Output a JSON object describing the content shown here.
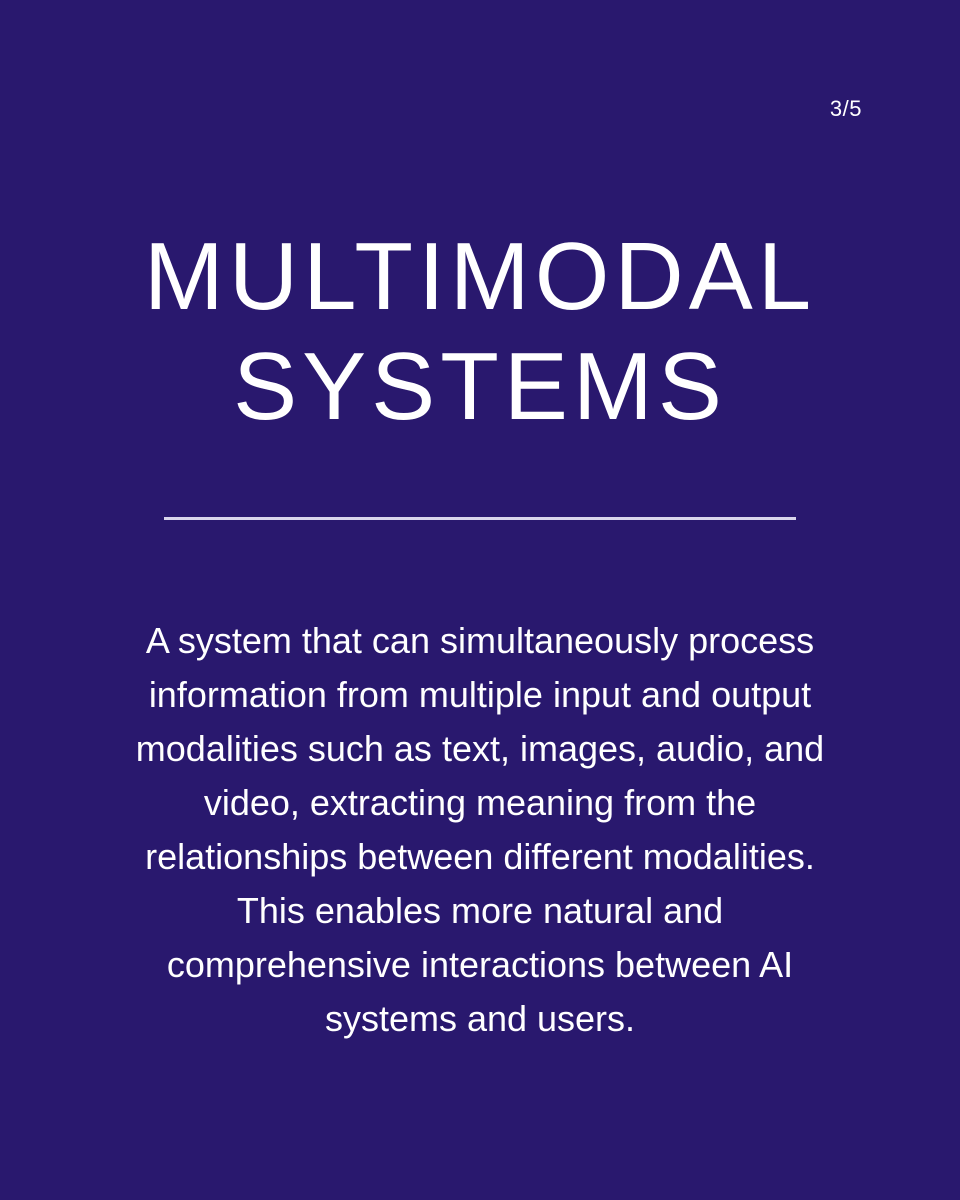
{
  "slide": {
    "page_counter": "3/5",
    "title_line_1": "MULTIMODAL",
    "title_line_2": "SYSTEMS",
    "description": "A system that can simultaneously process information from multiple input and output modalities such as text, images, audio, and video, extracting meaning from the relationships between different modalities. This enables more natural and comprehensive interactions between AI systems and users."
  },
  "colors": {
    "background": "#29186e",
    "text": "#ffffff",
    "divider": "#d9d6ec"
  }
}
